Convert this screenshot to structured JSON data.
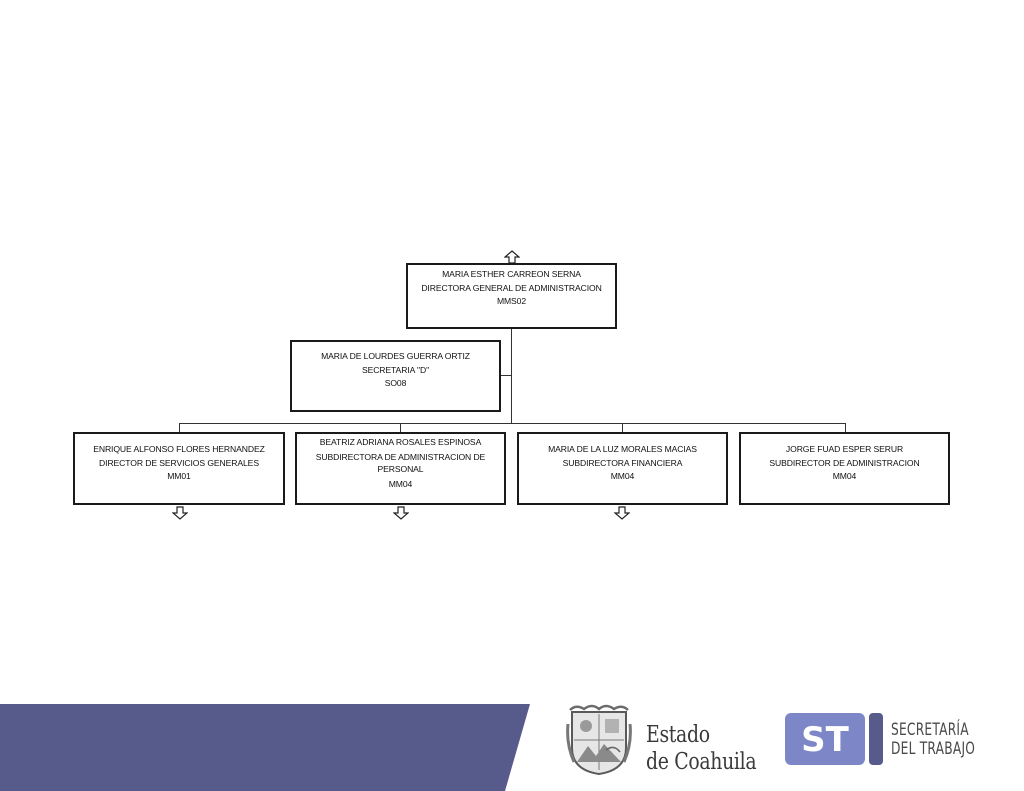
{
  "org_chart": {
    "director": {
      "name": "MARIA ESTHER CARREON SERNA",
      "title": "DIRECTORA GENERAL DE ADMINISTRACION",
      "code": "MMS02"
    },
    "assistant": {
      "name": "MARIA DE LOURDES GUERRA ORTIZ",
      "title": "SECRETARIA \"D\"",
      "code": "SO08"
    },
    "subordinates": [
      {
        "name": "ENRIQUE ALFONSO FLORES HERNANDEZ",
        "title": "DIRECTOR DE SERVICIOS GENERALES",
        "title_line2": "",
        "code": "MM01"
      },
      {
        "name": "BEATRIZ ADRIANA ROSALES ESPINOSA",
        "title": "SUBDIRECTORA DE ADMINISTRACION DE",
        "title_line2": "PERSONAL",
        "code": "MM04"
      },
      {
        "name": "MARIA DE LA LUZ MORALES MACIAS",
        "title": "SUBDIRECTORA FINANCIERA",
        "title_line2": "",
        "code": "MM04"
      },
      {
        "name": "JORGE FUAD ESPER SERUR",
        "title": "SUBDIRECTOR DE ADMINISTRACION",
        "title_line2": "",
        "code": "MM04"
      }
    ]
  },
  "footer": {
    "band_color": "#575b8c",
    "coahuila_logo": {
      "line1": "Estado",
      "line2": "de Coahuila",
      "icon": "coat-of-arms-icon"
    },
    "st_logo": {
      "mark": "ST",
      "line1": "SECRETARÍA",
      "line2": "DEL TRABAJO",
      "mark_color": "#7d86c7"
    }
  },
  "icons": {
    "connector_up": "arrow-up-icon",
    "connector_down": "arrow-down-icon"
  }
}
